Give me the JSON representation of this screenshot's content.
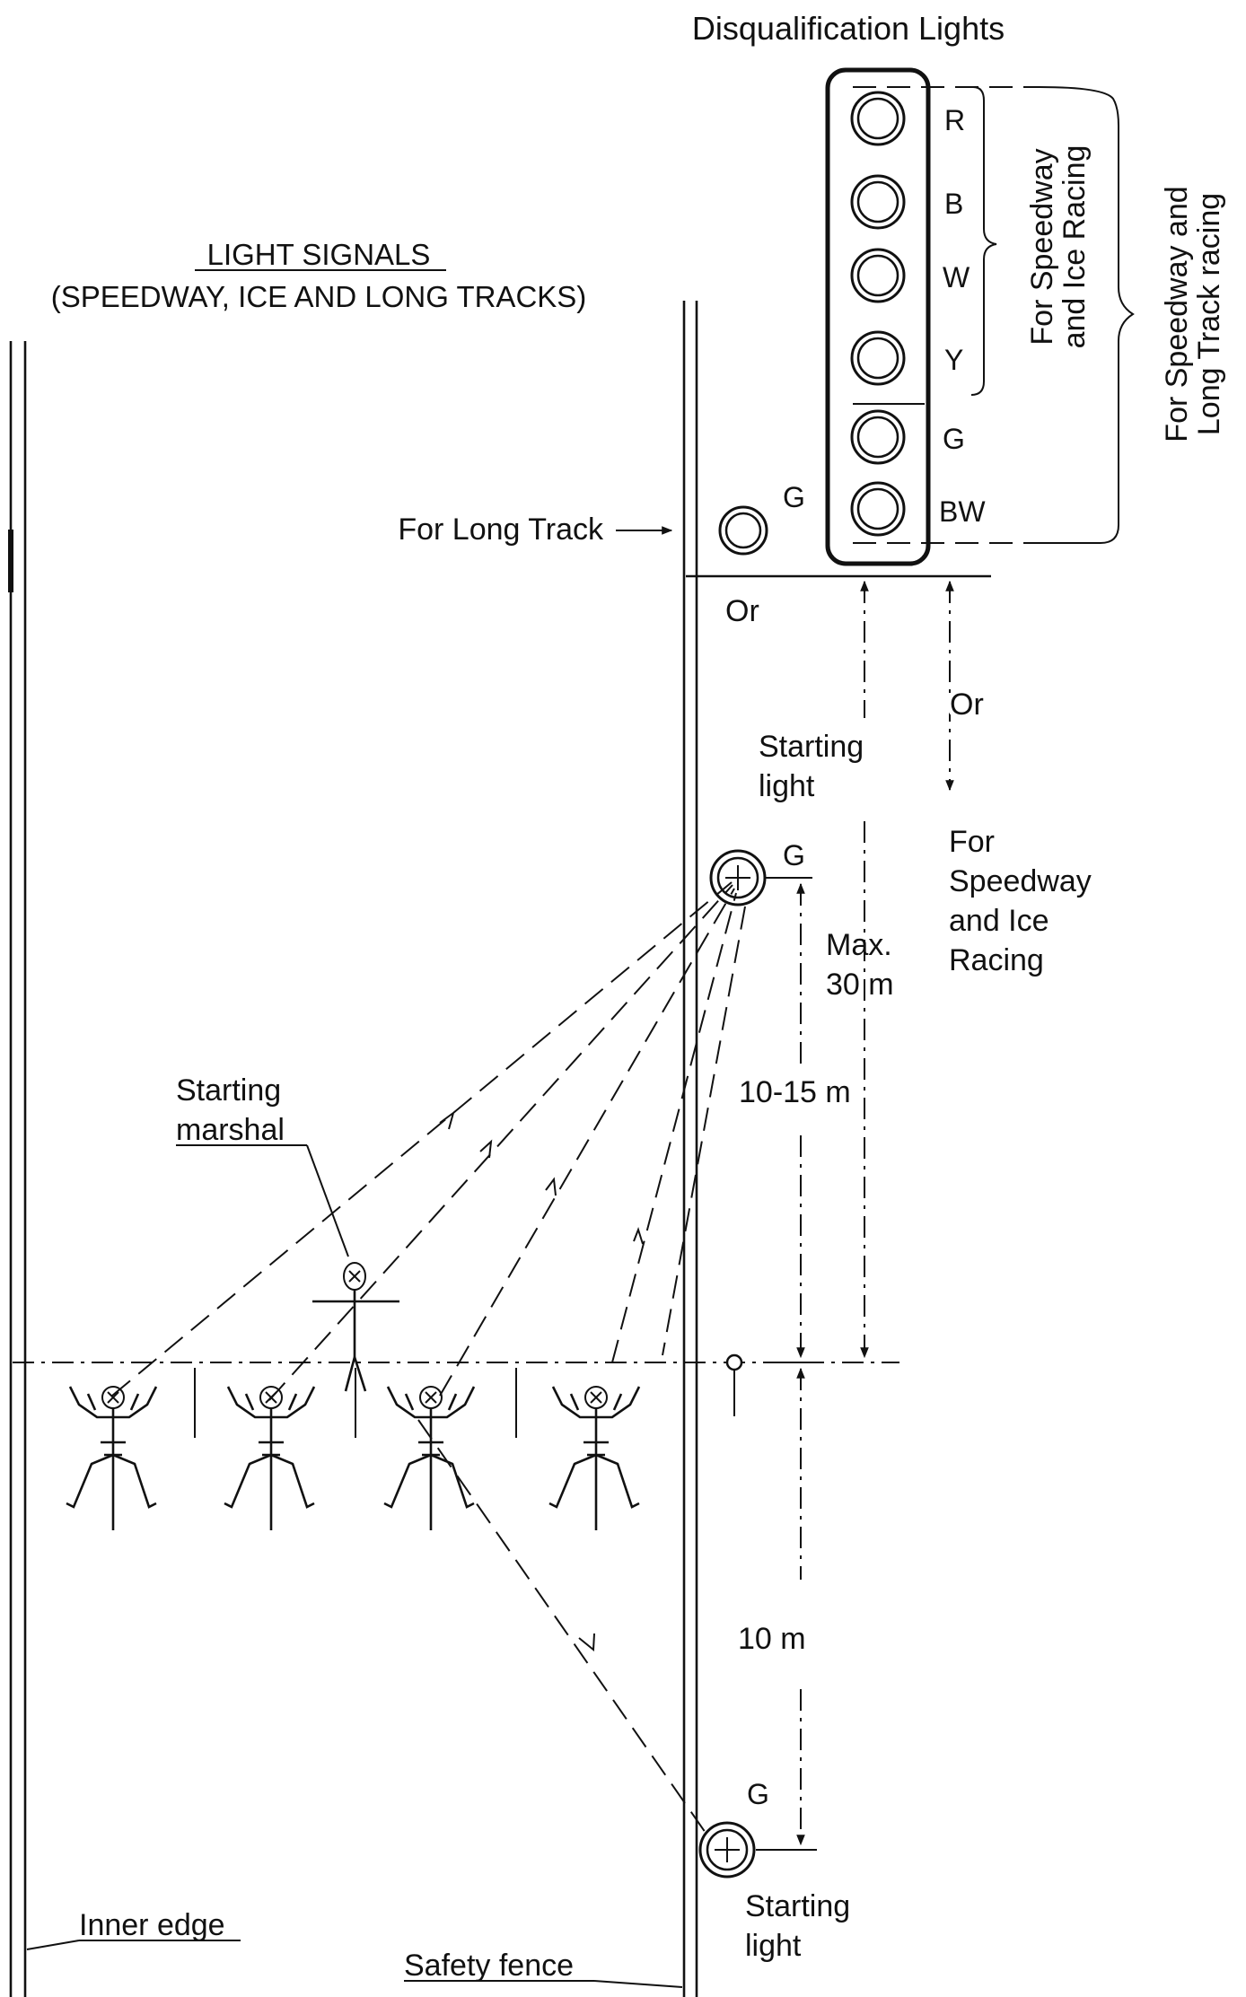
{
  "title": "Disqualification Lights",
  "heading": "LIGHT SIGNALS",
  "subheading": "(SPEEDWAY, ICE AND LONG TRACKS)",
  "lights": [
    {
      "letter": "R"
    },
    {
      "letter": "B"
    },
    {
      "letter": "W"
    },
    {
      "letter": "Y"
    },
    {
      "letter": "G"
    },
    {
      "letter": "BW"
    }
  ],
  "brace_speedway_ice": [
    "For Speedway",
    "and Ice Racing"
  ],
  "brace_speedway_long": [
    "For Speedway and",
    "Long Track racing"
  ],
  "long_track_label": "For Long Track",
  "long_track_light": "G",
  "or_label_1": "Or",
  "or_label_2": "Or",
  "starting_light_top": [
    "Starting",
    "light"
  ],
  "starting_light_top_letter": "G",
  "speedway_ice_label": [
    "For",
    "Speedway",
    "and Ice",
    "Racing"
  ],
  "max_distance": [
    "Max.",
    "30 m"
  ],
  "distance_10_15": "10-15 m",
  "distance_10": "10 m",
  "starting_marshal": [
    "Starting",
    "marshal"
  ],
  "starting_light_bottom_letter": "G",
  "starting_light_bottom": [
    "Starting",
    "light"
  ],
  "inner_edge": "Inner edge",
  "safety_fence": "Safety fence"
}
